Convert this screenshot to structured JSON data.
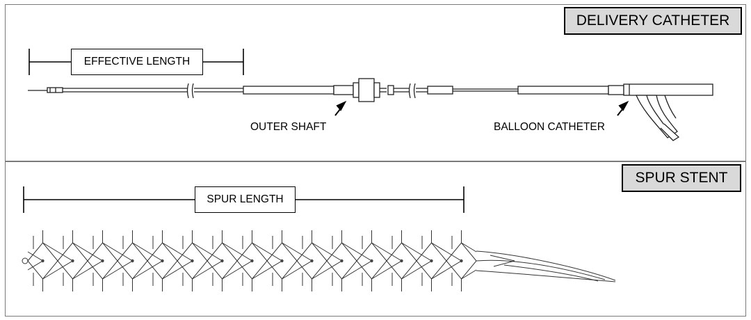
{
  "delivery_catheter": {
    "title": "DELIVERY CATHETER",
    "dimension_label": "EFFECTIVE LENGTH",
    "callouts": [
      "OUTER SHAFT",
      "BALLOON CATHETER"
    ]
  },
  "spur_stent": {
    "title": "SPUR STENT",
    "dimension_label": "SPUR LENGTH"
  }
}
